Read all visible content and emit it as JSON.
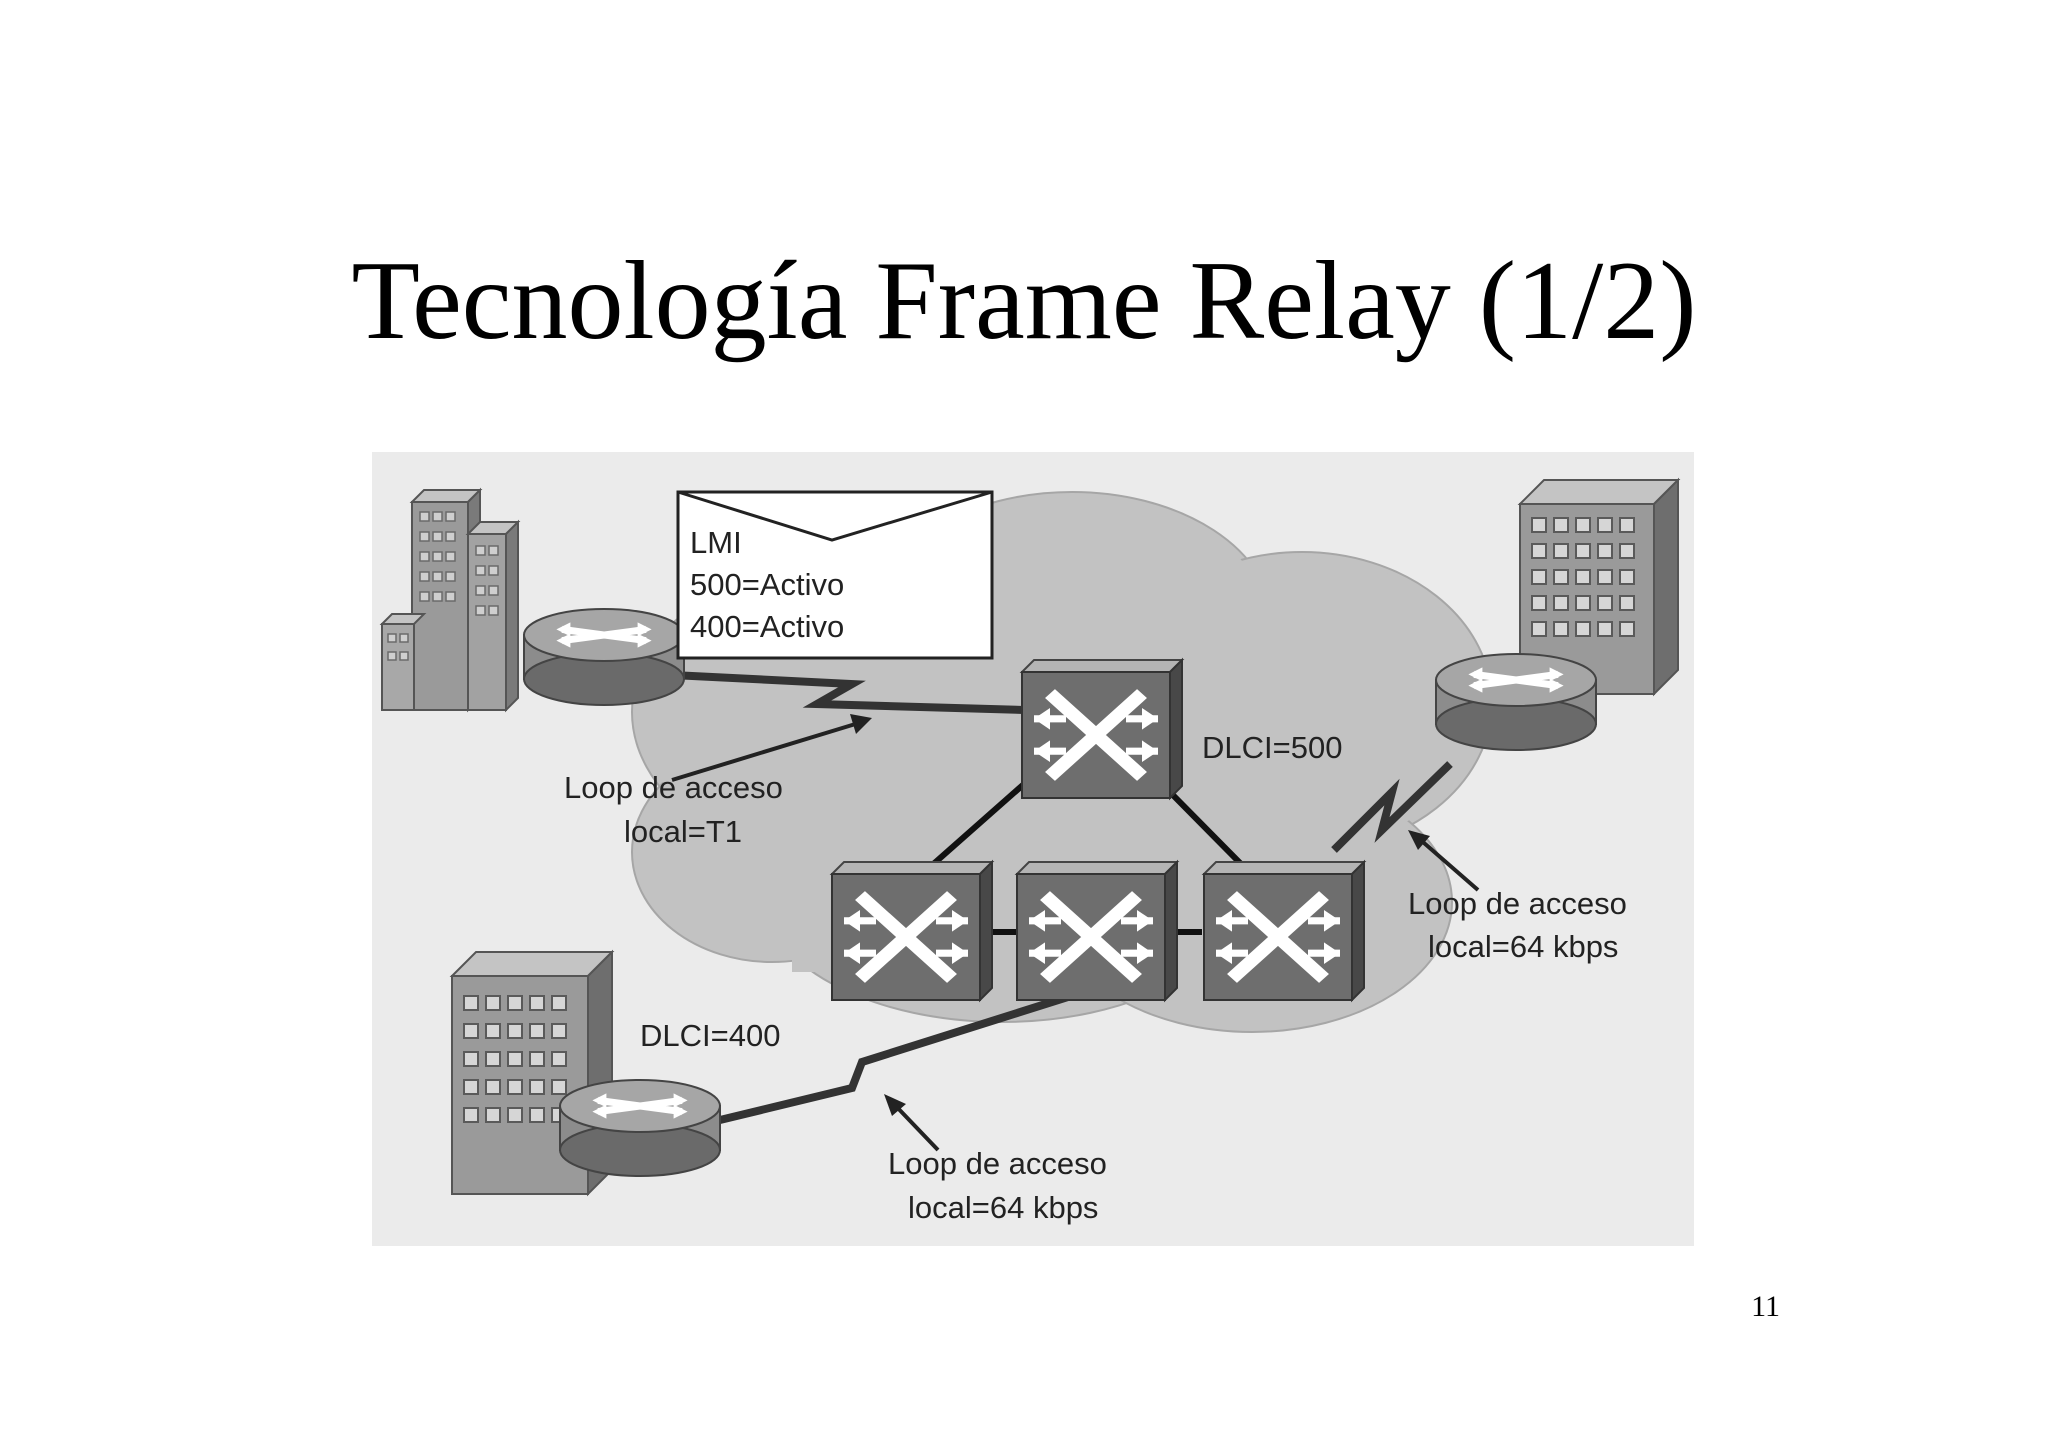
{
  "slide": {
    "title": "Tecnología Frame Relay (1/2)",
    "page_number": "11"
  },
  "diagram": {
    "lmi_message": {
      "title": "LMI",
      "line1": "500=Activo",
      "line2": "400=Activo"
    },
    "labels": {
      "dlci_500": "DLCI=500",
      "dlci_400": "DLCI=400",
      "access_loop_t1_line1": "Loop de acceso",
      "access_loop_t1_line2": "local=T1",
      "access_loop_right_line1": "Loop de acceso",
      "access_loop_right_line2": "local=64 kbps",
      "access_loop_bottom_line1": "Loop de acceso",
      "access_loop_bottom_line2": "local=64 kbps"
    },
    "colors": {
      "background": "#ebebeb",
      "cloud": "#c2c2c2",
      "switch_face": "#6e6e6e",
      "building": "#9a9a9a",
      "router": "#8c8c8c"
    }
  }
}
